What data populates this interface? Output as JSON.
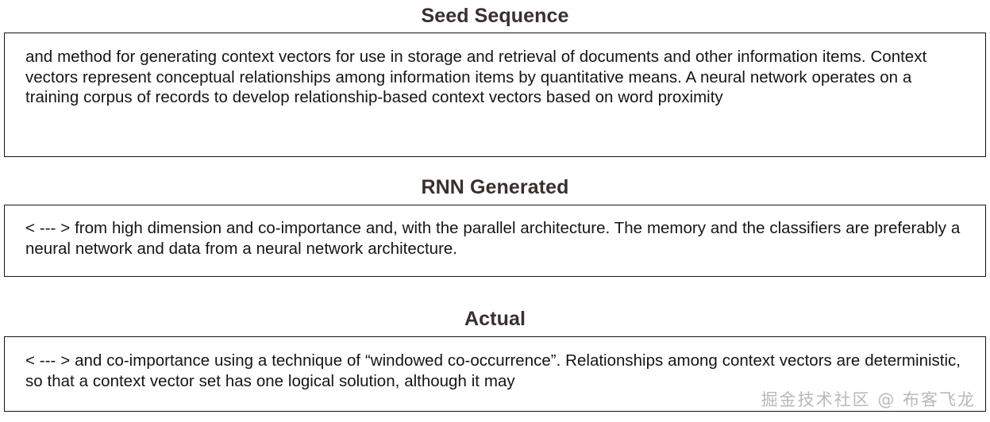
{
  "sections": [
    {
      "id": "seed",
      "title": "Seed Sequence",
      "body": "and method for generating context vectors for use in storage and retrieval of documents and other information items. Context vectors represent conceptual relationships among information items by quantitative means. A neural network operates on a training corpus of records to develop relationship-based context vectors based on word proximity"
    },
    {
      "id": "rnn",
      "title": "RNN Generated",
      "body": "< --- > from high dimension and co-importance and, with the parallel architecture. The memory and the classifiers are preferably a neural network and data from a neural network architecture."
    },
    {
      "id": "actual",
      "title": "Actual",
      "body": "< --- > and co-importance using a technique of “windowed co-occurrence”. Relationships among context vectors are deterministic, so that a context vector set has one logical solution, although it may"
    }
  ],
  "watermark": {
    "text": "掘金技术社区 @ 布客飞龙"
  },
  "colors": {
    "title": "#39302e",
    "body": "#151515",
    "border": "#141414",
    "watermark": "#b9b9b9",
    "background": "#ffffff"
  }
}
